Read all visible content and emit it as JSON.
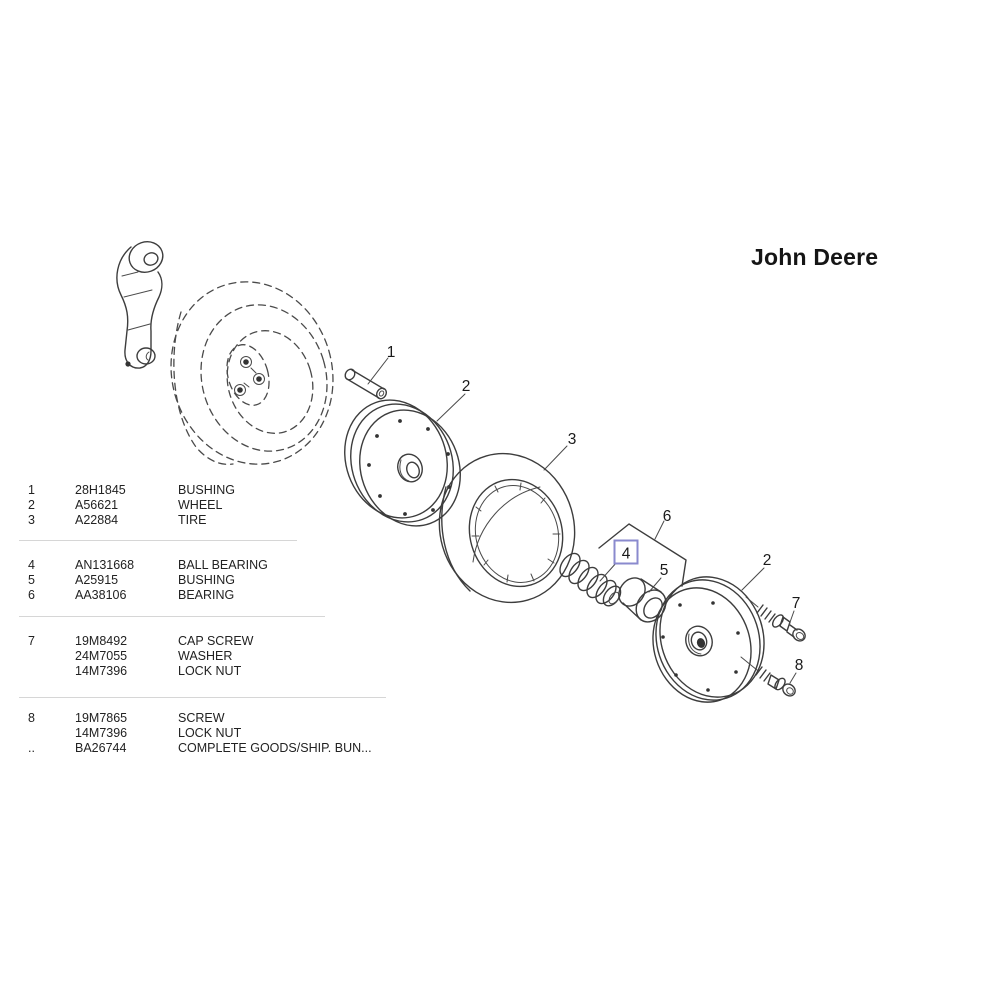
{
  "brand": {
    "title": "John Deere"
  },
  "colors": {
    "background": "#ffffff",
    "line": "#3d3d3d",
    "text": "#222222",
    "divider": "#d6d6d6",
    "highlight_box": "#8a8ace"
  },
  "parts_table": {
    "groups": [
      {
        "rows": [
          {
            "item": "1",
            "part": "28H1845",
            "desc": "BUSHING"
          },
          {
            "item": "2",
            "part": "A56621",
            "desc": "WHEEL"
          },
          {
            "item": "3",
            "part": "A22884",
            "desc": "TIRE"
          }
        ]
      },
      {
        "rows": [
          {
            "item": "4",
            "part": "AN131668",
            "desc": "BALL BEARING"
          },
          {
            "item": "5",
            "part": "A25915",
            "desc": "BUSHING"
          },
          {
            "item": "6",
            "part": "AA38106",
            "desc": "BEARING"
          }
        ]
      },
      {
        "rows": [
          {
            "item": "7",
            "part": "19M8492",
            "desc": "CAP SCREW"
          },
          {
            "item": "",
            "part": "24M7055",
            "desc": "WASHER"
          },
          {
            "item": "",
            "part": "14M7396",
            "desc": "LOCK NUT"
          }
        ]
      },
      {
        "rows": [
          {
            "item": "8",
            "part": "19M7865",
            "desc": "SCREW"
          },
          {
            "item": "",
            "part": "14M7396",
            "desc": "LOCK NUT"
          },
          {
            "item": "..",
            "part": "BA26744",
            "desc": "COMPLETE GOODS/SHIP. BUN..."
          }
        ]
      }
    ]
  },
  "diagram": {
    "callouts": {
      "c1": {
        "text": "1"
      },
      "c2a": {
        "text": "2"
      },
      "c3": {
        "text": "3"
      },
      "c4": {
        "text": "4",
        "highlighted": true
      },
      "c5": {
        "text": "5"
      },
      "c6": {
        "text": "6"
      },
      "c2b": {
        "text": "2"
      },
      "c7": {
        "text": "7"
      },
      "c8": {
        "text": "8"
      }
    }
  }
}
